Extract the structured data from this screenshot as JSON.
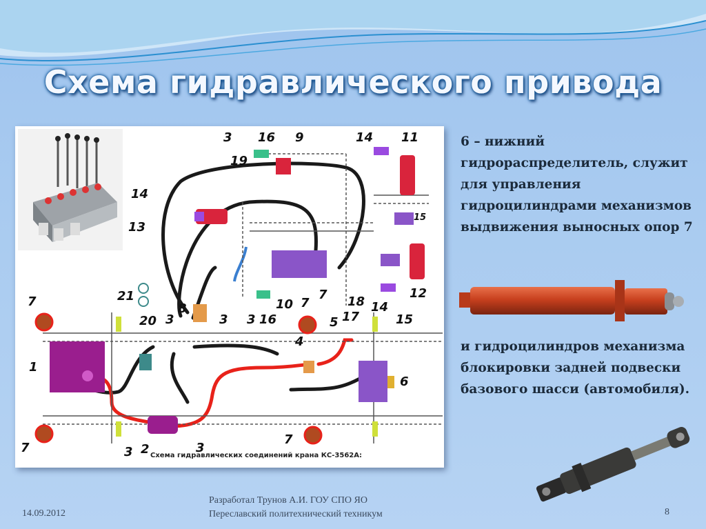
{
  "slide": {
    "title": "Схема гидравлического привода",
    "paragraph1": "6 – нижний гидрораспределитель, служит для управления гидроцилиндрами механизмов выдвижения выносных опор 7",
    "paragraph2": "и гидроцилиндров механизма блокировки задней подвески базового шасси (автомобиля)."
  },
  "diagram": {
    "caption": "Схема гидравлических соединений крана КС-3562А:",
    "labels": {
      "l1": "1",
      "l2": "2",
      "l3a": "3",
      "l3b": "3",
      "l3c": "3",
      "l3d": "3",
      "l3e": "3",
      "l3f": "3",
      "l4": "4",
      "l5": "5",
      "l6": "6",
      "l7a": "7",
      "l7b": "7",
      "l7c": "7",
      "l7d": "7",
      "l7e": "7",
      "l8": "8",
      "l9": "9",
      "l10": "10",
      "l11": "11",
      "l12": "12",
      "l13": "13",
      "l14a": "14",
      "l14b": "14",
      "l14c": "14",
      "l15a": "15",
      "l15b": "15",
      "l16a": "16",
      "l16b": "16",
      "l17": "17",
      "l18": "18",
      "l19": "19",
      "l20": "20",
      "l21": "21"
    }
  },
  "footer": {
    "date": "14.09.2012",
    "author_line1": "Разработал Трунов А.И. ГОУ СПО ЯО",
    "author_line2": "Переславский политехнический техникум",
    "page_number": "8"
  },
  "colors": {
    "pipe_black": "#1a1a1a",
    "pipe_red": "#e8221a",
    "pipe_blue": "#3a7fd0",
    "pump_magenta": "#9a1e8e",
    "cylinder_red": "#d9243c",
    "distributor_violet": "#8a55c8"
  }
}
